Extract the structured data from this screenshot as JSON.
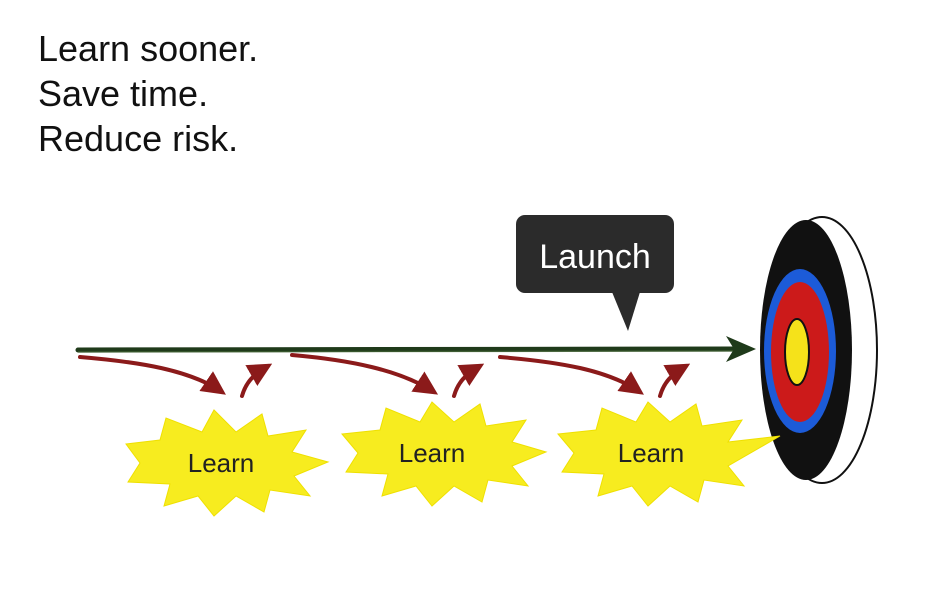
{
  "tagline": {
    "lines": [
      "Learn sooner.",
      "Save time.",
      "Reduce risk."
    ]
  },
  "launch_callout": {
    "label": "Launch",
    "fill_color": "#2b2b2b",
    "text_color": "#ffffff"
  },
  "main_arrow": {
    "color": "#1f3a1a"
  },
  "learn_loops": [
    {
      "label": "Learn"
    },
    {
      "label": "Learn"
    },
    {
      "label": "Learn"
    }
  ],
  "colors": {
    "burst_fill": "#f7ec1f",
    "loop_arrow": "#8b1a1a",
    "target_outer": "#ffffff",
    "target_black": "#111111",
    "target_blue": "#1c5bd8",
    "target_red": "#cc1a1a",
    "target_yellow": "#f5e21a"
  }
}
